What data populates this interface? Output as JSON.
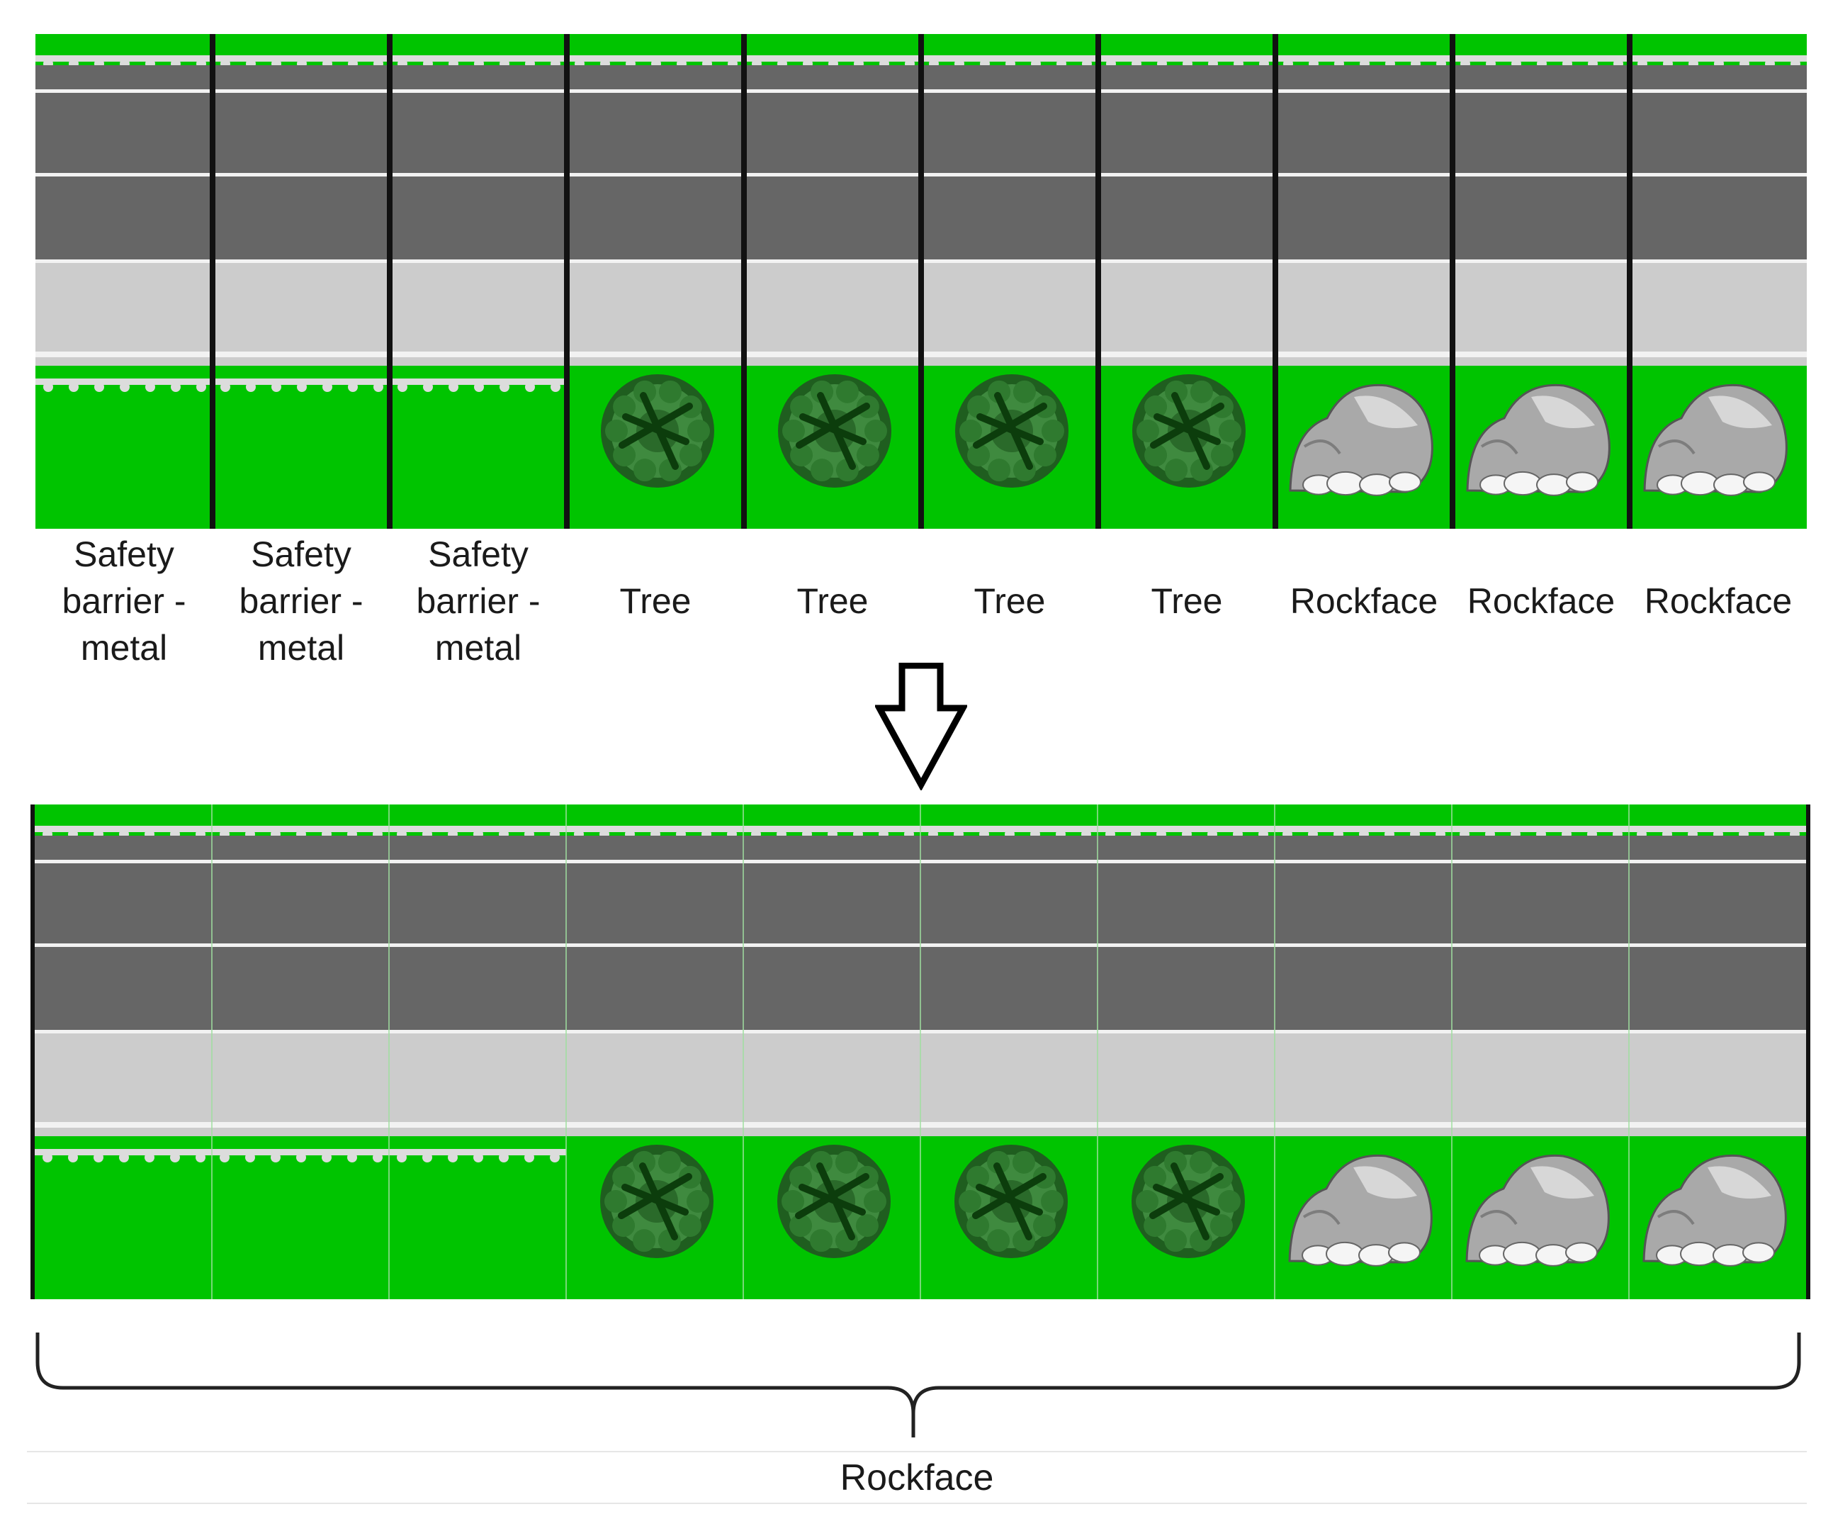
{
  "segments": [
    {
      "label": "Safety barrier - metal",
      "type": "barrier"
    },
    {
      "label": "Safety barrier - metal",
      "type": "barrier"
    },
    {
      "label": "Safety barrier - metal",
      "type": "barrier"
    },
    {
      "label": "Tree",
      "type": "tree"
    },
    {
      "label": "Tree",
      "type": "tree"
    },
    {
      "label": "Tree",
      "type": "tree"
    },
    {
      "label": "Tree",
      "type": "tree"
    },
    {
      "label": "Rockface",
      "type": "rock"
    },
    {
      "label": "Rockface",
      "type": "rock"
    },
    {
      "label": "Rockface",
      "type": "rock"
    }
  ],
  "summary_label": "Rockface",
  "icons": {
    "barrier": "guardrail-icon",
    "tree": "tree-icon",
    "rock": "rockface-icon",
    "arrow": "down-arrow-icon",
    "brace": "curly-brace"
  },
  "colors": {
    "grass": "#00c400",
    "asphalt": "#666666",
    "shoulder": "#cccccc",
    "lane_line": "#f2f2f2",
    "barrier_rail": "#dcdcdc",
    "divider": "#111111",
    "thin_divider": "#9fdf9f",
    "tree_dark": "#1f5e1f",
    "tree_mid": "#3f8a3f",
    "rock": "#a9a9a9",
    "rock_light": "#d7d7d7"
  }
}
